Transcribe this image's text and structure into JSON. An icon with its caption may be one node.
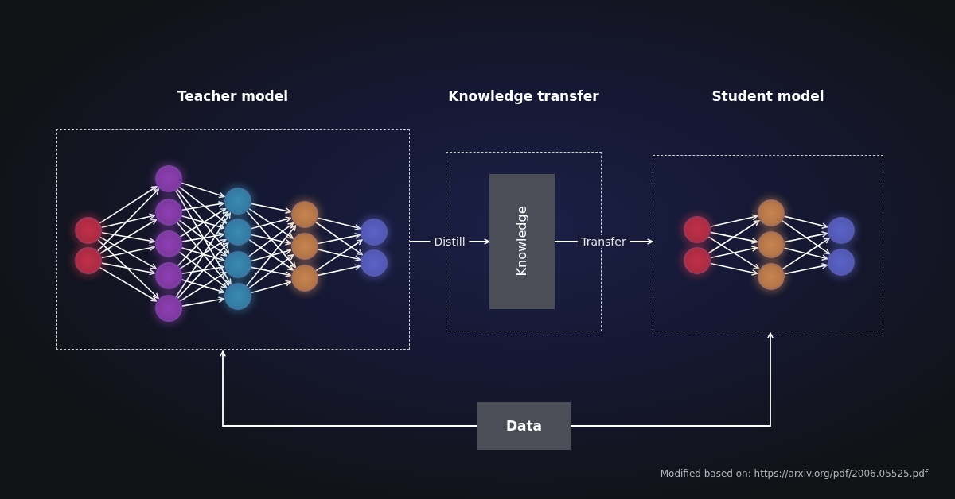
{
  "diagram": {
    "nodes": [
      {
        "text": [
          "Teacher model"
        ]
      },
      {
        "text": [],
        "shape": "circle",
        "in": 0
      },
      {
        "text": [],
        "shape": "circle",
        "in": 0
      },
      {
        "text": [],
        "shape": "circle",
        "in": 0
      },
      {
        "text": [],
        "shape": "circle",
        "in": 0
      },
      {
        "text": [],
        "shape": "circle",
        "in": 0
      },
      {
        "text": [],
        "shape": "circle",
        "in": 0
      },
      {
        "text": [],
        "shape": "circle",
        "in": 0
      },
      {
        "text": [],
        "shape": "circle",
        "in": 0
      },
      {
        "text": [],
        "shape": "circle",
        "in": 0
      },
      {
        "text": [],
        "shape": "circle",
        "in": 0
      },
      {
        "text": [],
        "shape": "circle",
        "in": 0
      },
      {
        "text": [],
        "shape": "circle",
        "in": 0
      },
      {
        "text": [],
        "shape": "circle",
        "in": 0
      },
      {
        "text": [],
        "shape": "circle",
        "in": 0
      },
      {
        "text": [],
        "shape": "circle",
        "in": 0
      },
      {
        "text": [],
        "shape": "circle",
        "in": 0
      },
      {
        "text": [
          "Knowledge transfer"
        ]
      },
      {
        "text": [
          "Knowledge"
        ],
        "in": 17
      },
      {
        "text": [
          "Student model"
        ]
      },
      {
        "text": [],
        "shape": "circle",
        "in": 19
      },
      {
        "text": [],
        "shape": "circle",
        "in": 19
      },
      {
        "text": [],
        "shape": "circle",
        "in": 19
      },
      {
        "text": [],
        "shape": "circle",
        "in": 19
      },
      {
        "text": [],
        "shape": "circle",
        "in": 19
      },
      {
        "text": [],
        "shape": "circle",
        "in": 19
      },
      {
        "text": [],
        "shape": "circle",
        "in": 19
      },
      {
        "text": [
          "Data"
        ]
      }
    ],
    "edges": [
      {
        "from": 0,
        "to": 18,
        "arrow": "to",
        "label": "Distill"
      },
      {
        "from": 18,
        "to": 19,
        "arrow": "to",
        "label": "Transfer"
      },
      {
        "from": 27,
        "to": 0,
        "arrow": "to"
      },
      {
        "from": 27,
        "to": 19,
        "arrow": "to"
      },
      {
        "from": 1,
        "to": 3,
        "arrow": "to"
      },
      {
        "from": 1,
        "to": 4,
        "arrow": "to"
      },
      {
        "from": 1,
        "to": 5,
        "arrow": "to"
      },
      {
        "from": 1,
        "to": 6,
        "arrow": "to"
      },
      {
        "from": 1,
        "to": 7,
        "arrow": "to"
      },
      {
        "from": 2,
        "to": 3,
        "arrow": "to"
      },
      {
        "from": 2,
        "to": 4,
        "arrow": "to"
      },
      {
        "from": 2,
        "to": 5,
        "arrow": "to"
      },
      {
        "from": 2,
        "to": 6,
        "arrow": "to"
      },
      {
        "from": 2,
        "to": 7,
        "arrow": "to"
      },
      {
        "from": 3,
        "to": 8,
        "arrow": "to"
      },
      {
        "from": 3,
        "to": 9,
        "arrow": "to"
      },
      {
        "from": 3,
        "to": 10,
        "arrow": "to"
      },
      {
        "from": 3,
        "to": 11,
        "arrow": "to"
      },
      {
        "from": 4,
        "to": 8,
        "arrow": "to"
      },
      {
        "from": 4,
        "to": 9,
        "arrow": "to"
      },
      {
        "from": 4,
        "to": 10,
        "arrow": "to"
      },
      {
        "from": 4,
        "to": 11,
        "arrow": "to"
      },
      {
        "from": 5,
        "to": 8,
        "arrow": "to"
      },
      {
        "from": 5,
        "to": 9,
        "arrow": "to"
      },
      {
        "from": 5,
        "to": 10,
        "arrow": "to"
      },
      {
        "from": 5,
        "to": 11,
        "arrow": "to"
      },
      {
        "from": 6,
        "to": 8,
        "arrow": "to"
      },
      {
        "from": 6,
        "to": 9,
        "arrow": "to"
      },
      {
        "from": 6,
        "to": 10,
        "arrow": "to"
      },
      {
        "from": 6,
        "to": 11,
        "arrow": "to"
      },
      {
        "from": 7,
        "to": 8,
        "arrow": "to"
      },
      {
        "from": 7,
        "to": 9,
        "arrow": "to"
      },
      {
        "from": 7,
        "to": 10,
        "arrow": "to"
      },
      {
        "from": 7,
        "to": 11,
        "arrow": "to"
      },
      {
        "from": 8,
        "to": 12,
        "arrow": "to"
      },
      {
        "from": 8,
        "to": 13,
        "arrow": "to"
      },
      {
        "from": 8,
        "to": 14,
        "arrow": "to"
      },
      {
        "from": 9,
        "to": 12,
        "arrow": "to"
      },
      {
        "from": 9,
        "to": 13,
        "arrow": "to"
      },
      {
        "from": 9,
        "to": 14,
        "arrow": "to"
      },
      {
        "from": 10,
        "to": 12,
        "arrow": "to"
      },
      {
        "from": 10,
        "to": 13,
        "arrow": "to"
      },
      {
        "from": 10,
        "to": 14,
        "arrow": "to"
      },
      {
        "from": 11,
        "to": 12,
        "arrow": "to"
      },
      {
        "from": 11,
        "to": 13,
        "arrow": "to"
      },
      {
        "from": 11,
        "to": 14,
        "arrow": "to"
      },
      {
        "from": 12,
        "to": 15,
        "arrow": "to"
      },
      {
        "from": 12,
        "to": 16,
        "arrow": "to"
      },
      {
        "from": 13,
        "to": 15,
        "arrow": "to"
      },
      {
        "from": 13,
        "to": 16,
        "arrow": "to"
      },
      {
        "from": 14,
        "to": 15,
        "arrow": "to"
      },
      {
        "from": 14,
        "to": 16,
        "arrow": "to"
      },
      {
        "from": 20,
        "to": 22,
        "arrow": "to"
      },
      {
        "from": 20,
        "to": 23,
        "arrow": "to"
      },
      {
        "from": 20,
        "to": 24,
        "arrow": "to"
      },
      {
        "from": 21,
        "to": 22,
        "arrow": "to"
      },
      {
        "from": 21,
        "to": 23,
        "arrow": "to"
      },
      {
        "from": 21,
        "to": 24,
        "arrow": "to"
      },
      {
        "from": 22,
        "to": 25,
        "arrow": "to"
      },
      {
        "from": 22,
        "to": 26,
        "arrow": "to"
      },
      {
        "from": 23,
        "to": 25,
        "arrow": "to"
      },
      {
        "from": 23,
        "to": 26,
        "arrow": "to"
      },
      {
        "from": 24,
        "to": 25,
        "arrow": "to"
      },
      {
        "from": 24,
        "to": 26,
        "arrow": "to"
      }
    ],
    "labels": [
      "Modified based on: https://arxiv.org/pdf/2006.05525.pdf"
    ]
  }
}
